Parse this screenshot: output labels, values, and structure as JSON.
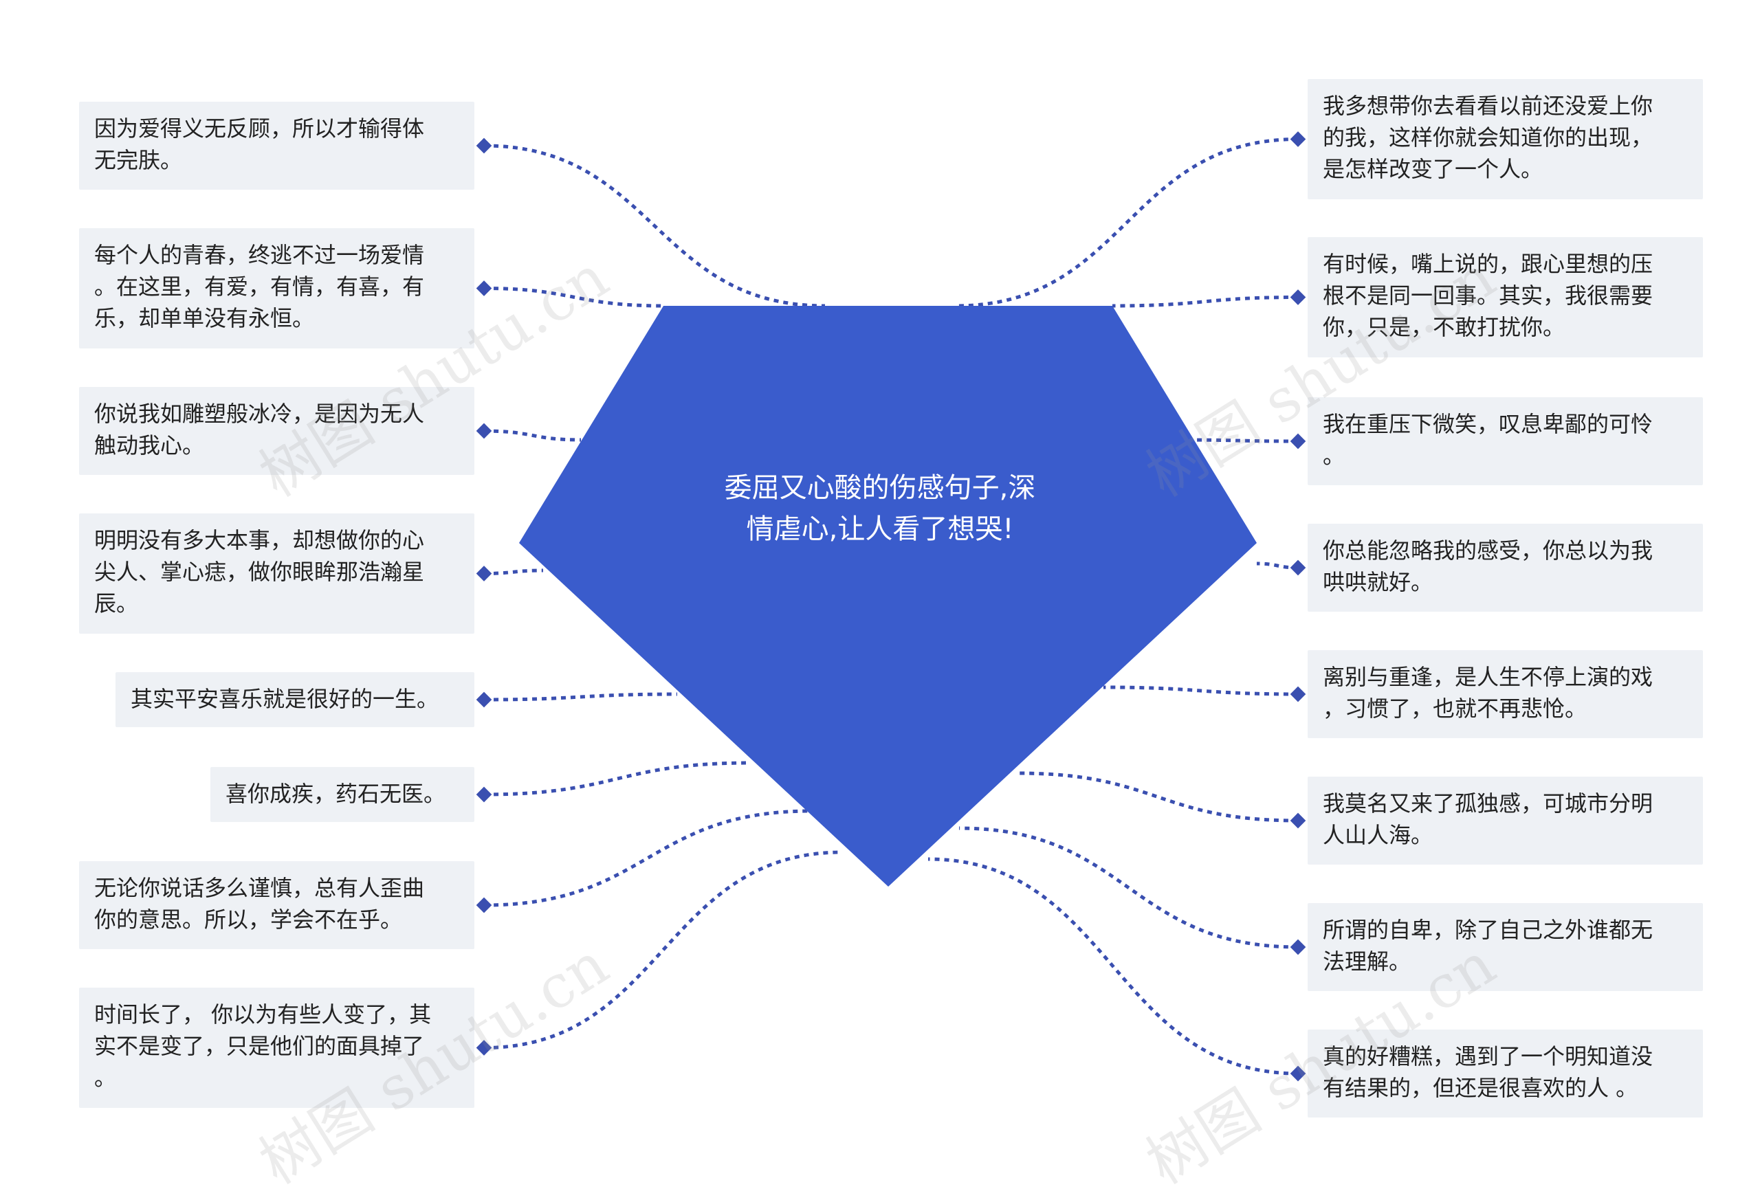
{
  "center": {
    "title": "委屈又心酸的伤感句子,深\n情虐心,让人看了想哭!",
    "color": "#3a5ccc"
  },
  "connector_color": "#3a4fb0",
  "node_background": "#eef1f5",
  "watermark_text": "树图 shutu.cn",
  "left_nodes": [
    "因为爱得义无反顾，所以才输得体\n无完肤。",
    "每个人的青春，终逃不过一场爱情\n。在这里，有爱，有情，有喜，有\n乐，却单单没有永恒。",
    "你说我如雕塑般冰冷，是因为无人\n触动我心。",
    "明明没有多大本事，却想做你的心\n尖人、掌心痣，做你眼眸那浩瀚星\n辰。",
    "其实平安喜乐就是很好的一生。",
    "喜你成疾，药石无医。",
    "无论你说话多么谨慎，总有人歪曲\n你的意思。所以，学会不在乎。",
    "时间长了， 你以为有些人变了，其\n实不是变了，只是他们的面具掉了\n。"
  ],
  "right_nodes": [
    "我多想带你去看看以前还没爱上你\n的我，这样你就会知道你的出现，\n是怎样改变了一个人。",
    "有时候，嘴上说的，跟心里想的压\n根不是同一回事。其实，我很需要\n你，只是，不敢打扰你。",
    "我在重压下微笑，叹息卑鄙的可怜\n。",
    "你总能忽略我的感受，你总以为我\n哄哄就好。",
    "离别与重逢，是人生不停上演的戏\n，习惯了，也就不再悲怆。",
    "我莫名又来了孤独感，可城市分明\n人山人海。",
    "所谓的自卑，除了自己之外谁都无\n法理解。",
    "真的好糟糕，遇到了一个明知道没\n有结果的，但还是很喜欢的人 。"
  ]
}
